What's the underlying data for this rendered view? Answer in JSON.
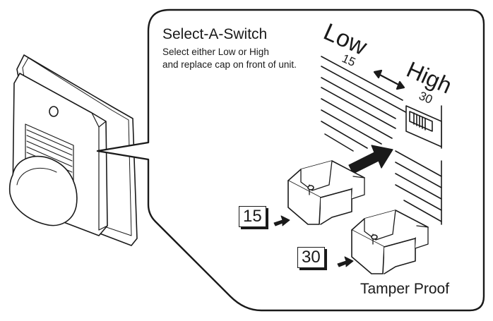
{
  "callout": {
    "title": "Select-A-Switch",
    "instruction_line1": "Select either Low or High",
    "instruction_line2": "and replace cap on front of unit."
  },
  "switch_labels": {
    "low": "Low",
    "low_value": "15",
    "high": "High",
    "high_value": "30"
  },
  "caps": {
    "cap_15_label": "15",
    "cap_30_label": "30",
    "caption": "Tamper Proof"
  }
}
